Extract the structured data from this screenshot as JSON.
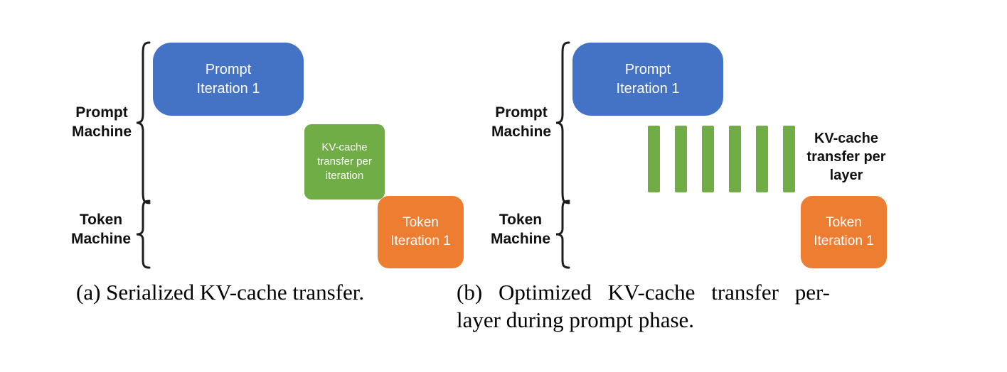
{
  "colors": {
    "blue": "#4472C4",
    "green": "#70AD47",
    "orange": "#ED7D31"
  },
  "panel_a": {
    "machine_labels": {
      "prompt": "Prompt\nMachine",
      "token": "Token\nMachine"
    },
    "boxes": {
      "prompt": "Prompt\nIteration 1",
      "kv": "KV-cache\ntransfer per\niteration",
      "token": "Token\nIteration 1"
    },
    "caption": "(a) Serialized KV-cache transfer."
  },
  "panel_b": {
    "machine_labels": {
      "prompt": "Prompt\nMachine",
      "token": "Token\nMachine"
    },
    "boxes": {
      "prompt": "Prompt\nIteration 1",
      "token": "Token\nIteration 1"
    },
    "kv_bar_count": 6,
    "kv_label": "KV-cache\ntransfer per\nlayer",
    "caption": "(b) Optimized KV-cache transfer per-layer during prompt phase."
  }
}
